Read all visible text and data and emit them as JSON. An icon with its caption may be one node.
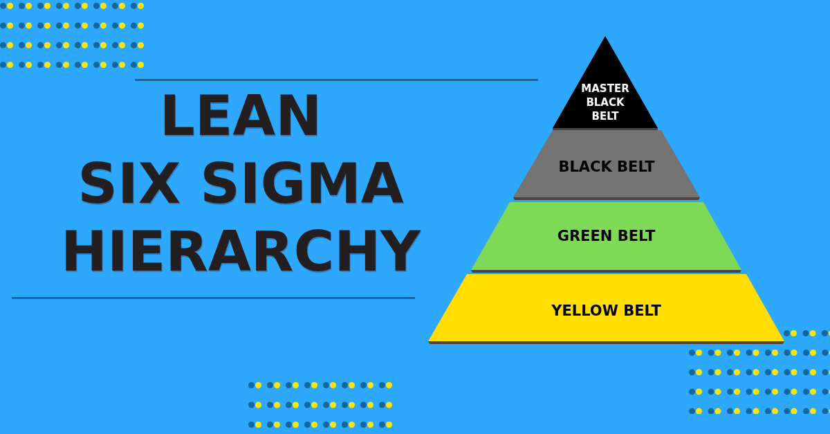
{
  "diagram": {
    "title": "LEAN SIX SIGMA HIERARCHY",
    "nodes": [
      {
        "text": [
          "MASTER BLACK BELT"
        ]
      },
      {
        "text": [
          "BLACK BELT"
        ]
      },
      {
        "text": [
          "GREEN BELT"
        ]
      },
      {
        "text": [
          "YELLOW BELT"
        ]
      }
    ]
  }
}
